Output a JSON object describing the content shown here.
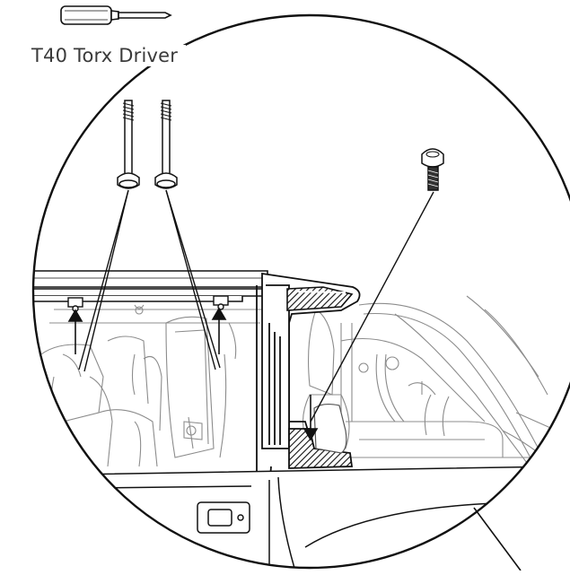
{
  "tool": {
    "label": "T40 Torx Driver",
    "icon": "screwdriver-icon"
  },
  "parts": [
    {
      "name": "long-bolt-icon",
      "count": 2
    },
    {
      "name": "short-screw-icon",
      "count": 1
    }
  ],
  "colors": {
    "line": "#1a1a1a",
    "light_line": "#9a9a9a",
    "background": "#ffffff"
  }
}
